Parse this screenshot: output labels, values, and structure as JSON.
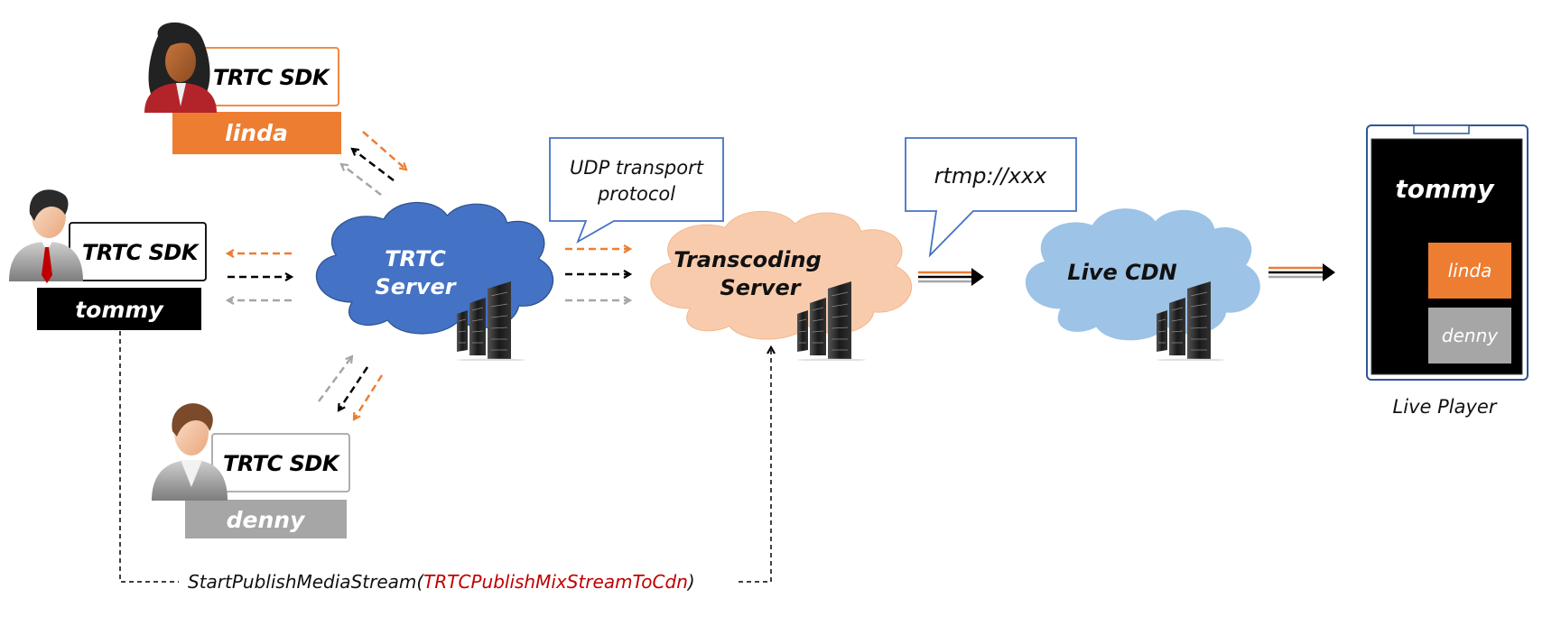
{
  "colors": {
    "orange": "#ed7d31",
    "black": "#000000",
    "gray": "#a6a6a6",
    "trtc_cloud": "#4472c4",
    "transcoding_cloud": "#f8cbad",
    "cdn_cloud": "#9dc3e6",
    "callout_border": "#4472c4",
    "param_red": "#c00000"
  },
  "users": [
    {
      "id": "linda",
      "sdk_label": "TRTC SDK",
      "name": "linda",
      "color": "#ed7d31",
      "avatar_icon": "female-user-icon"
    },
    {
      "id": "tommy",
      "sdk_label": "TRTC SDK",
      "name": "tommy",
      "color": "#000000",
      "avatar_icon": "male-user-tie-icon"
    },
    {
      "id": "denny",
      "sdk_label": "TRTC SDK",
      "name": "denny",
      "color": "#a6a6a6",
      "avatar_icon": "male-user-icon"
    }
  ],
  "servers": {
    "trtc": {
      "line1": "TRTC",
      "line2": "Server",
      "icon": "server-rack-icon"
    },
    "transcoding": {
      "line1": "Transcoding",
      "line2": "Server",
      "icon": "server-rack-icon"
    },
    "cdn": {
      "line1": "Live CDN",
      "icon": "server-rack-icon"
    }
  },
  "callouts": {
    "udp": {
      "line1": "UDP transport",
      "line2": "protocol"
    },
    "rtmp": {
      "text": "rtmp://xxx"
    }
  },
  "player": {
    "main_stream": "tommy",
    "sub_streams": [
      "linda",
      "denny"
    ],
    "caption": "Live Player"
  },
  "api_call": {
    "function": "StartPublishMediaStream(",
    "param": "TRTCPublishMixStreamToCdn",
    "close": ")"
  }
}
